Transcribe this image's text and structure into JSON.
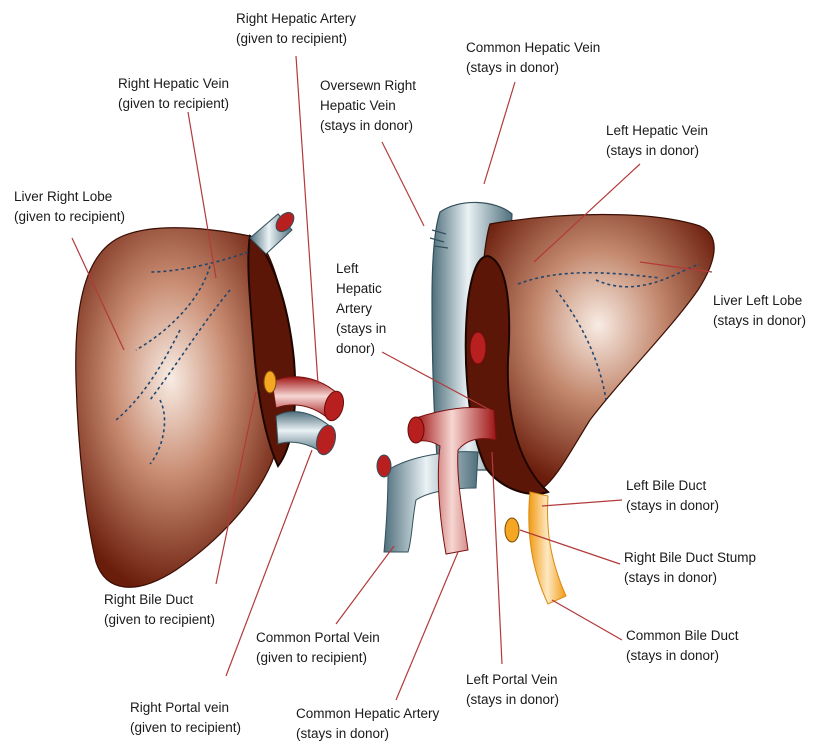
{
  "labels": {
    "right_hepatic_artery": {
      "line1": "Right Hepatic Artery",
      "line2": "(given to recipient)"
    },
    "common_hepatic_vein": {
      "line1": "Common Hepatic Vein",
      "line2": "(stays in donor)"
    },
    "right_hepatic_vein": {
      "line1": "Right Hepatic Vein",
      "line2": "(given to recipient)"
    },
    "oversewn_right_hepatic_vein": {
      "line1": "Oversewn Right",
      "line2": "Hepatic Vein",
      "line3": "(stays in donor)"
    },
    "left_hepatic_vein": {
      "line1": "Left Hepatic Vein",
      "line2": "(stays in donor)"
    },
    "liver_right_lobe": {
      "line1": "Liver Right Lobe",
      "line2": "(given to recipient)"
    },
    "left_hepatic_artery": {
      "line1": "Left",
      "line2": "Hepatic",
      "line3": "Artery",
      "line4": "(stays in",
      "line5": "donor)"
    },
    "liver_left_lobe": {
      "line1": "Liver Left Lobe",
      "line2": "(stays in donor)"
    },
    "left_bile_duct": {
      "line1": "Left Bile Duct",
      "line2": "(stays in donor)"
    },
    "right_bile_duct_stump": {
      "line1": "Right Bile Duct Stump",
      "line2": "(stays in donor)"
    },
    "right_bile_duct": {
      "line1": "Right Bile Duct",
      "line2": "(given to recipient)"
    },
    "common_bile_duct": {
      "line1": "Common Bile Duct",
      "line2": "(stays in donor)"
    },
    "common_portal_vein": {
      "line1": "Common Portal Vein",
      "line2": "(given to recipient)"
    },
    "left_portal_vein": {
      "line1": "Left Portal Vein",
      "line2": "(stays in donor)"
    },
    "right_portal_vein": {
      "line1": "Right Portal vein",
      "line2": "(given to recipient)"
    },
    "common_hepatic_artery": {
      "line1": "Common Hepatic Artery",
      "line2": "(stays in donor)"
    }
  },
  "colors": {
    "liver_dark": "#5c1608",
    "liver_mid": "#8e3a1e",
    "liver_light": "#f7e6dc",
    "vein_blue": "#6d8e9b",
    "vein_light": "#e8f0f3",
    "artery_red": "#b81f1f",
    "artery_light": "#f4c9c4",
    "bile_orange": "#f5a623",
    "leader_line": "#b23a3a"
  }
}
